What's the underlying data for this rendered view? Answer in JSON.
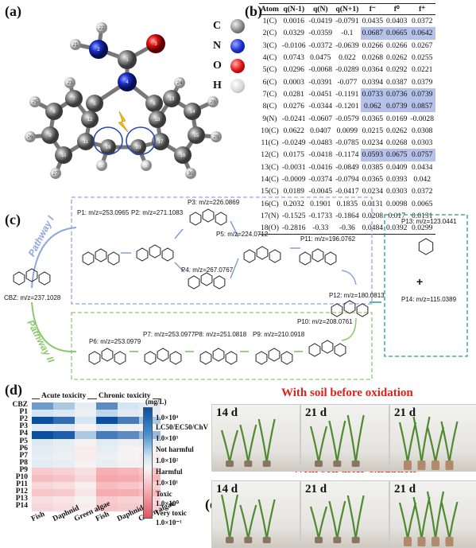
{
  "panel_labels": {
    "a": "(a)",
    "b": "(b)",
    "c": "(c)",
    "d": "(d)",
    "e": "(e)"
  },
  "atom_legend": [
    {
      "symbol": "C",
      "color": "#8a8a8a"
    },
    {
      "symbol": "N",
      "color": "#1a2fd0"
    },
    {
      "symbol": "O",
      "color": "#e01010"
    },
    {
      "symbol": "H",
      "color": "#d8d8d8"
    }
  ],
  "atom_numbers": [
    "1",
    "2",
    "3",
    "4",
    "5",
    "6",
    "7",
    "8",
    "9",
    "10",
    "11",
    "12",
    "13",
    "14",
    "15",
    "16",
    "17",
    "18",
    "19",
    "20",
    "21",
    "22",
    "23",
    "24",
    "25",
    "26",
    "27",
    "28",
    "29",
    "30"
  ],
  "fukui_table": {
    "headers": [
      "Atom",
      "q(N-1)",
      "q(N)",
      "q(N+1)",
      "f⁻",
      "f⁰",
      "f⁺"
    ],
    "rows": [
      [
        "1(C)",
        "0.0016",
        "-0.0419",
        "-0.0791",
        "0.0435",
        "0.0403",
        "0.0372"
      ],
      [
        "2(C)",
        "0.0329",
        "-0.0359",
        "-0.1",
        "0.0687",
        "0.0665",
        "0.0642"
      ],
      [
        "3(C)",
        "-0.0106",
        "-0.0372",
        "-0.0639",
        "0.0266",
        "0.0266",
        "0.0267"
      ],
      [
        "4(C)",
        "0.0743",
        "0.0475",
        "0.022",
        "0.0268",
        "0.0262",
        "0.0255"
      ],
      [
        "5(C)",
        "0.0296",
        "-0.0068",
        "-0.0289",
        "0.0364",
        "0.0292",
        "0.0221"
      ],
      [
        "6(C)",
        "0.0003",
        "-0.0391",
        "-0.077",
        "0.0394",
        "0.0387",
        "0.0379"
      ],
      [
        "7(C)",
        "0.0281",
        "-0.0451",
        "-0.1191",
        "0.0733",
        "0.0736",
        "0.0739"
      ],
      [
        "8(C)",
        "0.0276",
        "-0.0344",
        "-0.1201",
        "0.062",
        "0.0739",
        "0.0857"
      ],
      [
        "9(N)",
        "-0.0241",
        "-0.0607",
        "-0.0579",
        "0.0365",
        "0.0169",
        "-0.0028"
      ],
      [
        "10(C)",
        "0.0622",
        "0.0407",
        "0.0099",
        "0.0215",
        "0.0262",
        "0.0308"
      ],
      [
        "11(C)",
        "-0.0249",
        "-0.0483",
        "-0.0785",
        "0.0234",
        "0.0268",
        "0.0303"
      ],
      [
        "12(C)",
        "0.0175",
        "-0.0418",
        "-0.1174",
        "0.0593",
        "0.0675",
        "0.0757"
      ],
      [
        "13(C)",
        "-0.0031",
        "-0.0416",
        "-0.0849",
        "0.0385",
        "0.0409",
        "0.0434"
      ],
      [
        "14(C)",
        "-0.0009",
        "-0.0374",
        "-0.0794",
        "0.0365",
        "0.0393",
        "0.042"
      ],
      [
        "15(C)",
        "0.0189",
        "-0.0045",
        "-0.0417",
        "0.0234",
        "0.0303",
        "0.0372"
      ],
      [
        "16(C)",
        "0.2032",
        "0.1901",
        "0.1835",
        "0.0131",
        "0.0098",
        "0.0065"
      ],
      [
        "17(N)",
        "-0.1525",
        "-0.1733",
        "-0.1864",
        "0.0208",
        "0.017",
        "0.0131"
      ],
      [
        "18(O)",
        "-0.2816",
        "-0.33",
        "-0.36",
        "0.0484",
        "0.0392",
        "0.0299"
      ]
    ],
    "highlight_rows": [
      1,
      6,
      7,
      11
    ]
  },
  "pathway": {
    "labels": {
      "one": "Pathway I",
      "two": "Pathway II"
    },
    "products": {
      "cbz": "CBZ: m/z=237.1028",
      "p1": "P1: m/z=253.0965",
      "p2": "P2: m/z=271.1083",
      "p3": "P3: m/z=226.0869",
      "p4": "P4: m/z=267.0767",
      "p5": "P5: m/z=224.0712",
      "p6": "P6: m/z=253.0979",
      "p7": "P7: m/z=253.0977",
      "p8": "P8: m/z=251.0818",
      "p9": "P9: m/z=210.0918",
      "p10": "P10: m/z=208.0761",
      "p11": "P11: m/z=196.0762",
      "p12": "P12: m/z=180.0813",
      "p13": "P13: m/z=123.0441",
      "p14": "P14: m/z=115.0389"
    },
    "plus": "+"
  },
  "toxicity": {
    "group_labels": {
      "acute": "Acute toxicity",
      "chronic": "Chronic toxicity"
    },
    "rows": [
      "CBZ",
      "P1",
      "P2",
      "P3",
      "P4",
      "P5",
      "P6",
      "P7",
      "P8",
      "P9",
      "P10",
      "P11",
      "P12",
      "P13",
      "P14"
    ],
    "columns": [
      "Fish",
      "Daphnid",
      "Green algae",
      "Fish",
      "Daphnid",
      "Green algae"
    ],
    "values": [
      [
        3.5,
        3.2,
        2.5,
        3.6,
        3.0,
        2.6
      ],
      [
        3.0,
        2.8,
        2.3,
        3.1,
        2.6,
        2.4
      ],
      [
        4.0,
        3.8,
        3.0,
        4.0,
        3.7,
        3.2
      ],
      [
        2.6,
        2.6,
        2.0,
        2.8,
        2.2,
        2.1
      ],
      [
        4.0,
        3.9,
        3.2,
        3.7,
        3.6,
        3.3
      ],
      [
        2.7,
        2.5,
        2.0,
        2.6,
        2.3,
        2.4
      ],
      [
        2.6,
        2.4,
        1.9,
        2.5,
        2.1,
        2.0
      ],
      [
        2.5,
        2.3,
        1.9,
        2.3,
        2.0,
        1.9
      ],
      [
        2.6,
        2.5,
        2.1,
        2.4,
        2.2,
        2.2
      ],
      [
        1.4,
        1.5,
        1.7,
        1.0,
        1.1,
        1.3
      ],
      [
        1.2,
        1.3,
        1.6,
        0.8,
        0.9,
        1.1
      ],
      [
        1.6,
        1.7,
        1.9,
        1.2,
        1.3,
        1.5
      ],
      [
        1.3,
        1.4,
        1.8,
        0.9,
        1.0,
        1.2
      ],
      [
        1.7,
        1.8,
        2.0,
        1.4,
        1.5,
        1.6
      ],
      [
        1.6,
        1.7,
        1.9,
        1.3,
        1.4,
        1.5
      ]
    ],
    "colorbar": {
      "unit": "(mg/L)",
      "ticks": [
        "1.0×10⁴",
        "1.0×10³",
        "1.0×10²",
        "1.0×10¹",
        "1.0×10⁰",
        "1.0×10⁻¹"
      ],
      "categories": [
        "LC50/EC50/ChV",
        "Not harmful",
        "Harmful",
        "Toxic",
        "Very toxic"
      ]
    }
  },
  "soil": {
    "before_title": "With soil before oxidation",
    "after_title": "With soil after oxidation",
    "days": [
      "14 d",
      "21 d",
      "21 d"
    ]
  }
}
